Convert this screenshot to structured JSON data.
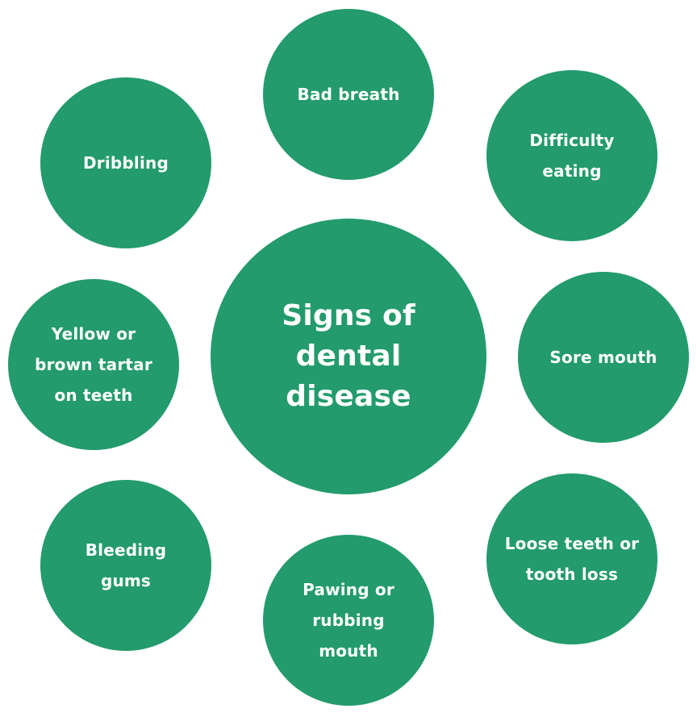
{
  "diagram": {
    "center": "Signs of\ndental\ndisease",
    "signs": {
      "bad_breath": "Bad breath",
      "difficulty_eating": "Difficulty\neating",
      "sore_mouth": "Sore mouth",
      "loose_teeth": "Loose teeth or\ntooth loss",
      "pawing": "Pawing or\nrubbing\nmouth",
      "bleeding_gums": "Bleeding\ngums",
      "tartar": "Yellow or\nbrown tartar\non teeth",
      "dribbling": "Dribbling"
    },
    "colors": {
      "bubble": "#239b6c",
      "text": "#ffffff",
      "background": "#ffffff"
    }
  }
}
